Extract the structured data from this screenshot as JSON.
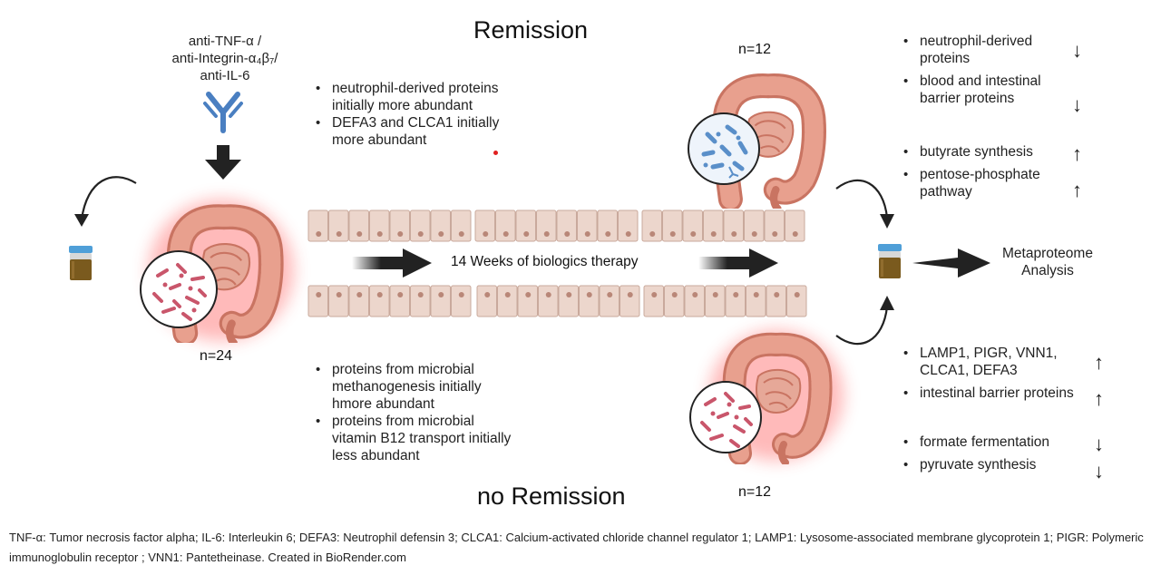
{
  "titles": {
    "remission": "Remission",
    "no_remission": "no Remission"
  },
  "drugs": [
    "anti-TNF-α /",
    "anti-Integrin-α₄β₇/",
    "anti-IL-6"
  ],
  "counts": {
    "baseline": "n=24",
    "remission": "n=12",
    "no_remission": "n=12"
  },
  "therapy_label": "14 Weeks of biologics therapy",
  "metaproteome_label": [
    "Metaproteome",
    "Analysis"
  ],
  "remission_baseline_findings": [
    "neutrophil-derived proteins initially more abundant",
    "DEFA3 and CLCA1 initially more abundant"
  ],
  "no_remission_baseline_findings": [
    "proteins from microbial methanogenesis initially hmore abundant",
    "proteins from microbial vitamin B12 transport initially less abundant"
  ],
  "remission_outcomes": [
    {
      "text": "neutrophil-derived proteins",
      "direction": "↓"
    },
    {
      "text": "blood and intestinal barrier proteins",
      "direction": "↓"
    },
    {
      "text": "butyrate synthesis",
      "direction": "↑"
    },
    {
      "text": "pentose-phosphate pathway",
      "direction": "↑"
    }
  ],
  "no_remission_outcomes": [
    {
      "text": "LAMP1, PIGR, VNN1, CLCA1, DEFA3",
      "direction": "↑"
    },
    {
      "text": "intestinal barrier proteins",
      "direction": "↑"
    },
    {
      "text": "formate fermentation",
      "direction": "↓"
    },
    {
      "text": "pyruvate synthesis",
      "direction": "↓"
    }
  ],
  "footnote": "TNF-α: Tumor necrosis factor alpha; IL-6: Interleukin 6; DEFA3: Neutrophil defensin 3; CLCA1: Calcium-activated chloride channel regulator 1; LAMP1: Lysosome-associated membrane glycoprotein 1; PIGR: Polymeric immunoglobulin receptor ; VNN1: Pantetheinase. Created in BioRender.com",
  "colors": {
    "colon": "#e8a08e",
    "colon_dark": "#c97462",
    "inflamed_glow": "#ff3b3b",
    "epithelium": "#ecd6cc",
    "epithelium_nucleus": "#b98778",
    "antibody": "#4a7fc1",
    "microbe_pink": "#c9566b",
    "microbe_blue": "#5a8fc9",
    "stool": "#7a5a1e",
    "cap": "#4f9fd8"
  }
}
